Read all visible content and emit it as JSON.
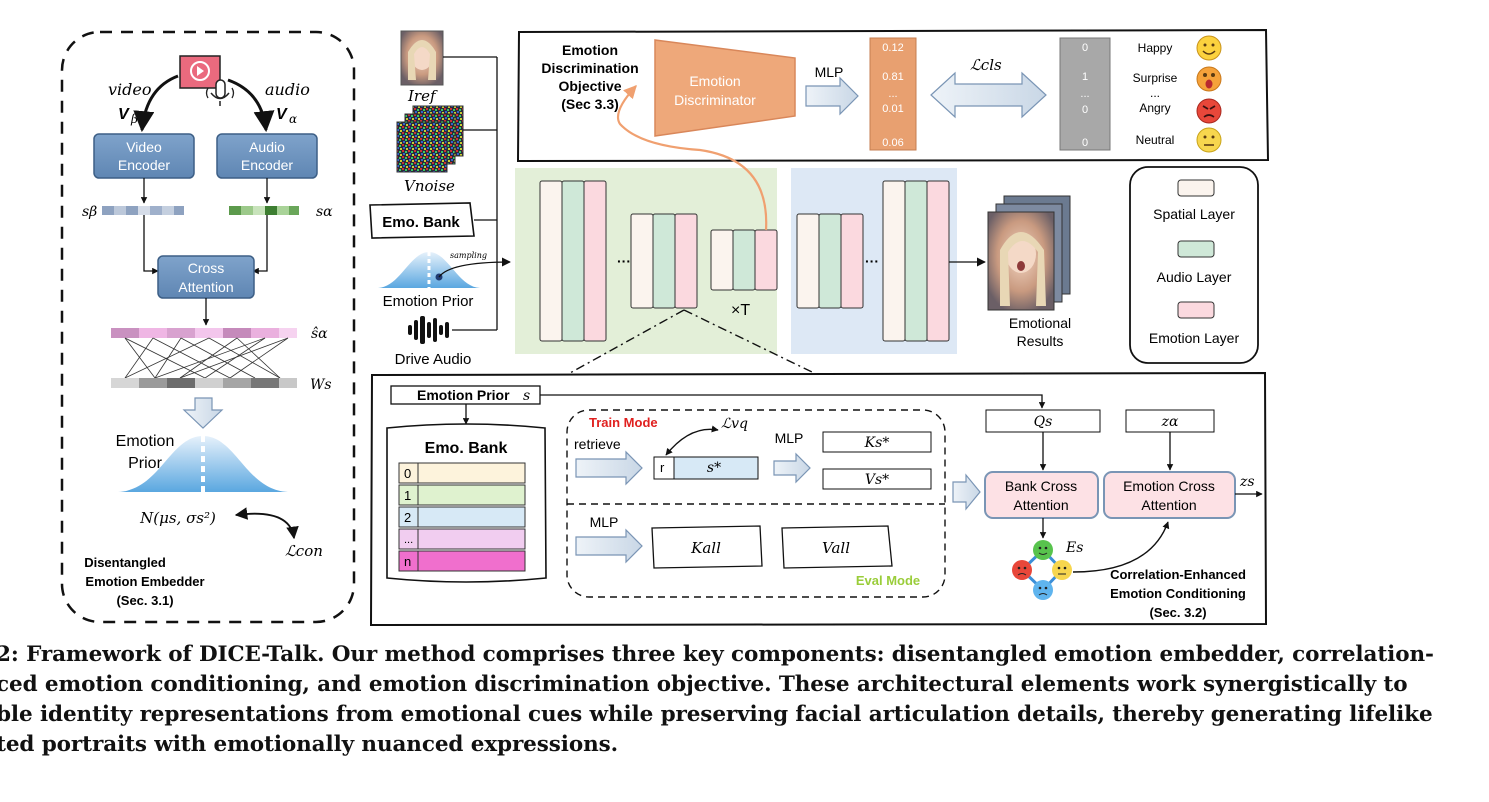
{
  "module1": {
    "video_label": "video",
    "video_sym": "V",
    "video_sub": "β",
    "audio_label": "audio",
    "audio_sym": "V",
    "audio_sub": "α",
    "video_encoder": [
      "Video",
      "Encoder"
    ],
    "audio_encoder": [
      "Audio",
      "Encoder"
    ],
    "s_beta": "sβ",
    "s_alpha": "sα",
    "cross_attention": [
      "Cross",
      "Attention"
    ],
    "s_hat_alpha": "ŝα",
    "w_s": "Ws",
    "emotion_prior": [
      "Emotion",
      "Prior"
    ],
    "normal": "N(μs, σs²)",
    "l_con": "ℒcon",
    "title": [
      "Disentangled",
      "Emotion Embedder",
      "(Sec. 3.1)"
    ]
  },
  "inputs": {
    "i_ref": "Iref",
    "v_noise": "Vnoise",
    "emo_bank": "Emo. Bank",
    "sampling": "sampling",
    "emotion_prior": "Emotion Prior",
    "drive_audio": "Drive Audio"
  },
  "edo": {
    "title": [
      "Emotion",
      "Discrimination",
      "Objective",
      "(Sec 3.3)"
    ],
    "discriminator": [
      "Emotion",
      "Discriminator"
    ],
    "mlp": "MLP",
    "probs": [
      "0.12",
      "0.81",
      "...",
      "0.01",
      "0.06"
    ],
    "loss": "ℒcls",
    "onehot": [
      "0",
      "1",
      "...",
      "0",
      "0"
    ],
    "emotions": [
      "Happy",
      "Surprise",
      "...",
      "Angry",
      "Neutral"
    ]
  },
  "backbone": {
    "dots": "···",
    "times_t": "×T",
    "results": [
      "Emotional",
      "Results"
    ]
  },
  "legend": [
    "Spatial Layer",
    "Audio Layer",
    "Emotion Layer"
  ],
  "module2": {
    "emotion_prior_s": "Emotion Prior",
    "s_sym": "s",
    "emo_bank": "Emo. Bank",
    "bank_rows": [
      "0",
      "1",
      "2",
      "...",
      "n"
    ],
    "train_mode": "Train Mode",
    "l_vq": "ℒvq",
    "retrieve": "retrieve",
    "r": "r",
    "s_star": "s*",
    "mlp": "MLP",
    "k_s_star": "Ks*",
    "v_s_star": "Vs*",
    "mlp2": "MLP",
    "k_all": "Kall",
    "v_all": "Vall",
    "eval_mode": "Eval Mode",
    "q_s": "Qs",
    "z_alpha": "zα",
    "bank_cross": [
      "Bank Cross",
      "Attention"
    ],
    "emotion_cross": [
      "Emotion Cross",
      "Attention"
    ],
    "z_s": "zs",
    "e_s": "Es",
    "title": [
      "Correlation-Enhanced",
      "Emotion Conditioning",
      "(Sec. 3.2)"
    ]
  },
  "caption": [
    "2: Framework of DICE-Talk. Our method comprises three key components: disentangled emotion embedder, correlation-",
    "ced emotion conditioning, and emotion discrimination objective. These architectural elements work synergistically to",
    "ble identity representations from emotional cues while preserving facial articulation details, thereby generating lifelike",
    "ted portraits with emotionally nuanced expressions."
  ],
  "colors": {
    "encoder": "#6f93bd",
    "spatial": "#fbf4ee",
    "audio": "#cfe8d8",
    "emotion": "#fbd9df",
    "green_bg": "#e3efd8",
    "blue_bg": "#dde8f5",
    "disc": "#eea87a",
    "train": "#e0201f",
    "eval": "#9acd3a"
  }
}
